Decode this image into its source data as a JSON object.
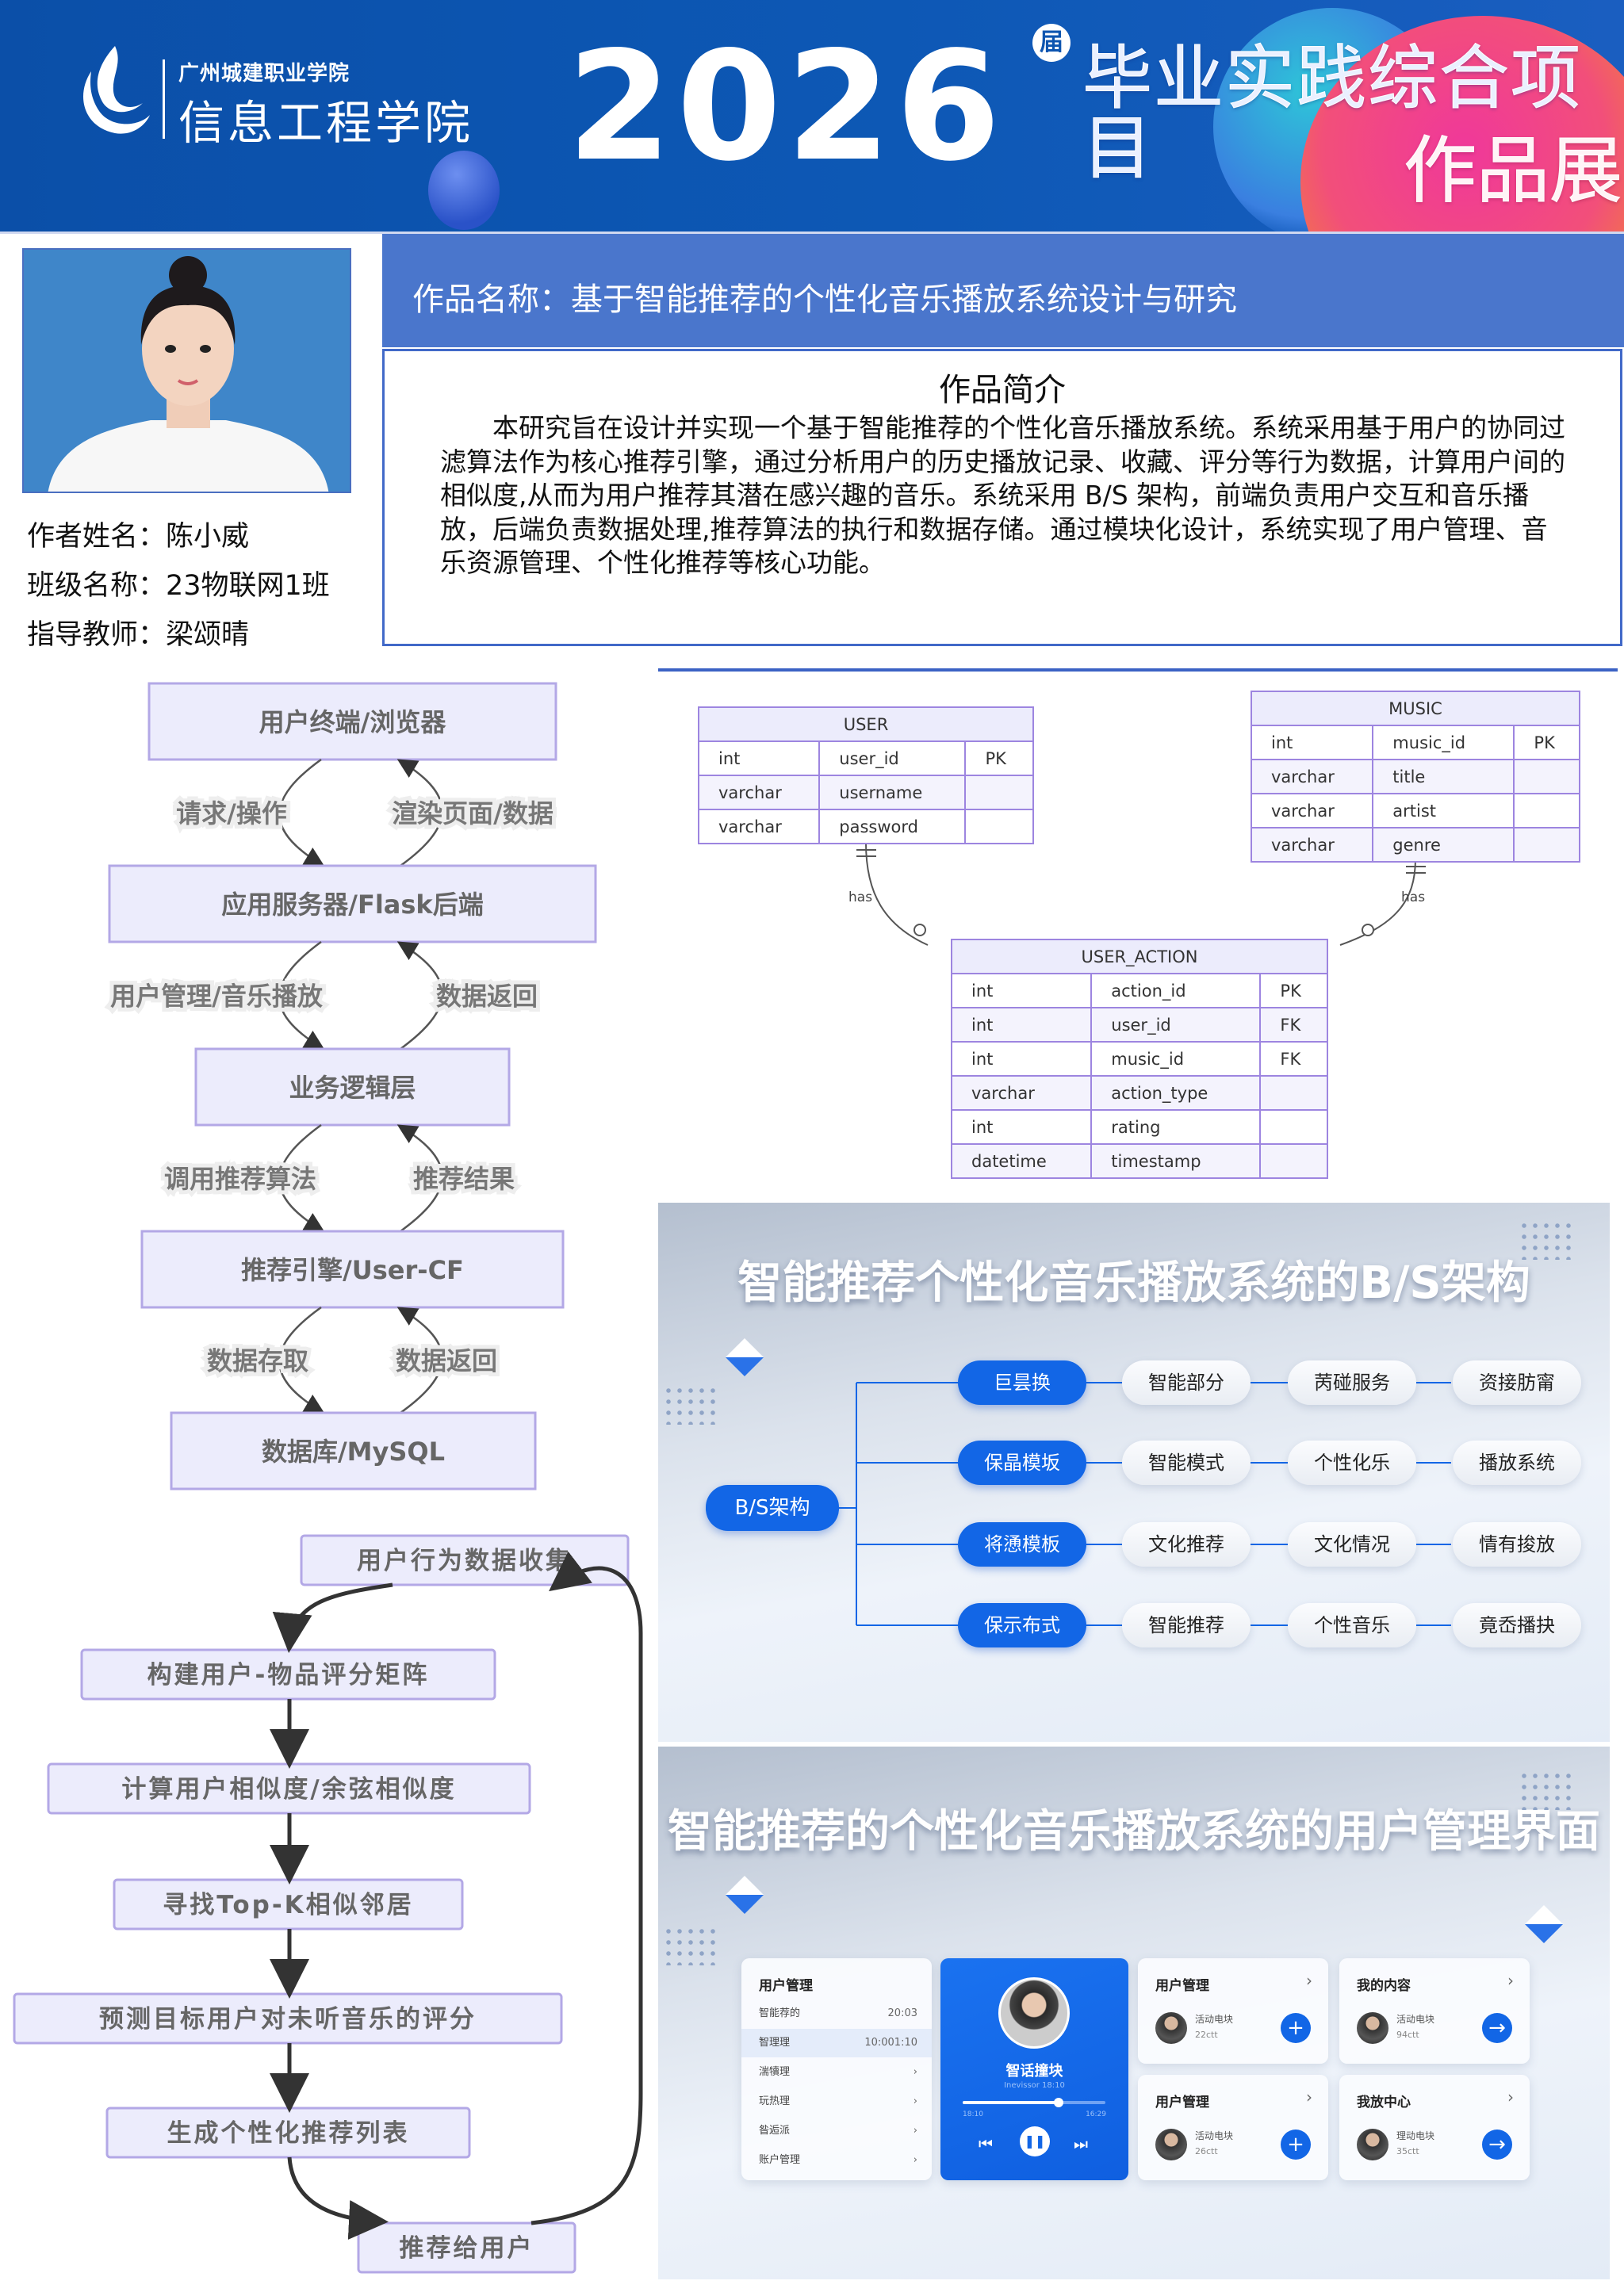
{
  "banner": {
    "school": "广州城建职业学院",
    "college": "信息工程学院",
    "year": "2026",
    "year_suffix": "届",
    "title_line1": "毕业实践综合项目",
    "title_line2": "作品展"
  },
  "author": {
    "name_label": "作者姓名：陈小威",
    "class_label": "班级名称：23物联网1班",
    "teacher_label": "指导教师：梁颂晴"
  },
  "work": {
    "title": "作品名称：基于智能推荐的个性化音乐播放系统设计与研究",
    "intro_heading": "作品简介",
    "intro_text": "本研究旨在设计并实现一个基于智能推荐的个性化音乐播放系统。系统采用基于用户的协同过滤算法作为核心推荐引擎，通过分析用户的历史播放记录、收藏、评分等行为数据，计算用户间的相似度,从而为用户推荐其潜在感兴趣的音乐。系统采用 B/S 架构，前端负责用户交互和音乐播放，后端负责数据处理,推荐算法的执行和数据存储。通过模块化设计，系统实现了用户管理、音乐资源管理、个性化推荐等核心功能。"
  },
  "flow1": {
    "nodes": [
      "用户终端/浏览器",
      "应用服务器/Flask后端",
      "业务逻辑层",
      "推荐引擎/User-CF",
      "数据库/MySQL"
    ],
    "down_labels": [
      "请求/操作",
      "用户管理/音乐播放",
      "调用推荐算法",
      "数据存取"
    ],
    "up_labels": [
      "渲染页面/数据",
      "数据返回",
      "推荐结果",
      "数据返回"
    ]
  },
  "flow2": {
    "nodes": [
      "用户行为数据收集",
      "构建用户-物品评分矩阵",
      "计算用户相似度/余弦相似度",
      "寻找Top-K相似邻居",
      "预测目标用户对未听音乐的评分",
      "生成个性化推荐列表",
      "推荐给用户"
    ]
  },
  "er": {
    "relation_label": "has",
    "tables": [
      {
        "name": "USER",
        "rows": [
          [
            "int",
            "user_id",
            "PK"
          ],
          [
            "varchar",
            "username",
            ""
          ],
          [
            "varchar",
            "password",
            ""
          ]
        ]
      },
      {
        "name": "MUSIC",
        "rows": [
          [
            "int",
            "music_id",
            "PK"
          ],
          [
            "varchar",
            "title",
            ""
          ],
          [
            "varchar",
            "artist",
            ""
          ],
          [
            "varchar",
            "genre",
            ""
          ]
        ]
      },
      {
        "name": "USER_ACTION",
        "rows": [
          [
            "int",
            "action_id",
            "PK"
          ],
          [
            "int",
            "user_id",
            "FK"
          ],
          [
            "int",
            "music_id",
            "FK"
          ],
          [
            "varchar",
            "action_type",
            ""
          ],
          [
            "int",
            "rating",
            ""
          ],
          [
            "datetime",
            "timestamp",
            ""
          ]
        ]
      }
    ]
  },
  "bs": {
    "title": "智能推荐个性化音乐播放系统的B/S架构",
    "root": "B/S架构",
    "rows": [
      {
        "head": "巨昙换",
        "items": [
          "智能部分",
          "苪碰服务",
          "资接肪甯"
        ]
      },
      {
        "head": "保晶模坂",
        "items": [
          "智能模式",
          "个性化乐",
          "播放系统"
        ]
      },
      {
        "head": "将慂模板",
        "items": [
          "文化推荐",
          "文化情况",
          "情有捘放"
        ]
      },
      {
        "head": "保示布式",
        "items": [
          "智能推荐",
          "个性音乐",
          "竟岙播抉"
        ]
      }
    ]
  },
  "ui": {
    "title": "智能推荐的个性化音乐播放系统的用户管理界面",
    "sidebar": {
      "title": "用户管理",
      "rows": [
        {
          "label": "智能荐的",
          "value": "20:03"
        },
        {
          "label": "智理理",
          "value": "10:001:10"
        },
        {
          "label": "湍犢理",
          "value": "›"
        },
        {
          "label": "玩热理",
          "value": "›"
        },
        {
          "label": "昝逅派",
          "value": "›"
        },
        {
          "label": "账户管理",
          "value": "›"
        }
      ]
    },
    "player": {
      "title": "智话撞块",
      "subtitle": "Inevissor 18:10",
      "time_start": "18:10",
      "time_end": "16:29",
      "progress": 0.68
    },
    "cards": [
      {
        "title": "用户管理",
        "name": "活动电块",
        "count": "22ctt",
        "action": "+"
      },
      {
        "title": "我的内容",
        "name": "活动电块",
        "count": "94ctt",
        "action": "→"
      },
      {
        "title": "用户管理",
        "name": "活动电块",
        "count": "26ctt",
        "action": "+"
      },
      {
        "title": "我放中心",
        "name": "理动电块",
        "count": "35ctt",
        "action": "→"
      }
    ]
  },
  "colors": {
    "banner": "#0d55b0",
    "title_bar": "#4a76cc",
    "accent": "#1266e6",
    "er_border": "#9d85e0",
    "flow_box": "#ececfc"
  }
}
